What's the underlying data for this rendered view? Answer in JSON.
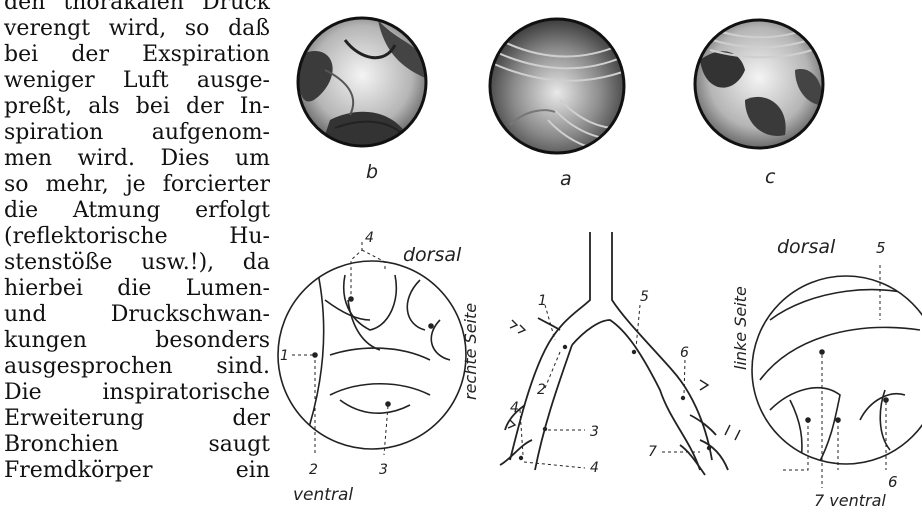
{
  "text_lines": [
    [
      "den",
      "thorakalen",
      "Druck"
    ],
    [
      "verengt",
      "wird,",
      "so",
      "daß"
    ],
    [
      "bei",
      "der",
      "Exspiration"
    ],
    [
      "weniger",
      "Luft",
      "ausge-"
    ],
    [
      "preßt,",
      "als",
      "bei",
      "der",
      "In-"
    ],
    [
      "spiration",
      "aufgenom-"
    ],
    [
      "men",
      "wird.",
      "Dies",
      "um"
    ],
    [
      "so",
      "mehr,",
      "je",
      "forcierter"
    ],
    [
      "die",
      "Atmung",
      "erfolgt"
    ],
    [
      "(reflektorische",
      "Hu-"
    ],
    [
      "stenstöße",
      "usw.!),",
      "da"
    ],
    [
      "hierbei",
      "die",
      "Lumen-"
    ],
    [
      "und",
      "Druckschwan-"
    ],
    [
      "kungen",
      "besonders"
    ],
    [
      "ausgesprochen",
      "sind."
    ],
    [
      "Die",
      "inspiratorische"
    ],
    [
      "Erweiterung",
      "der"
    ],
    [
      "Bronchien",
      "saugt"
    ],
    [
      "Fremdkörper",
      "ein"
    ]
  ],
  "figure": {
    "view_labels": {
      "b": "b",
      "a": "a",
      "c": "c"
    },
    "right_side": {
      "dorsal": "dorsal",
      "side": "rechte Seite",
      "ventral": "ventral",
      "num_4": "4",
      "num_1": "1",
      "num_2": "2",
      "num_3": "3"
    },
    "tree": {
      "num_1": "1",
      "num_2": "2",
      "num_3": "3",
      "num_4a": "4",
      "num_4b": "4",
      "num_5": "5",
      "num_6": "6",
      "num_7": "7"
    },
    "left_side": {
      "dorsal": "dorsal",
      "side": "linke Seite",
      "ventral": "7 ventral",
      "num_5": "5",
      "num_6": "6"
    }
  }
}
